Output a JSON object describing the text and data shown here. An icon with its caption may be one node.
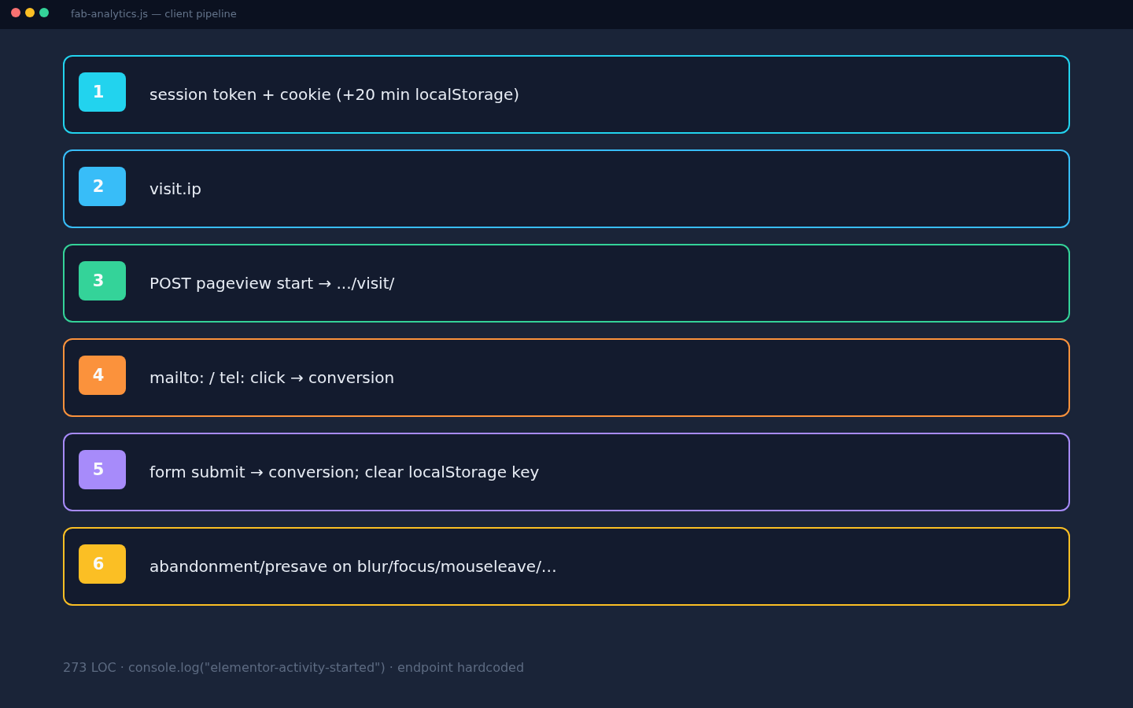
{
  "diagram": {
    "title": "fab-analytics.js — client pipeline",
    "nodes": [
      {
        "text": [
          "session token + cookie (+20 min localStorage)"
        ]
      },
      {
        "text": [
          "1"
        ],
        "in": 0
      },
      {
        "text": [
          "visit.ip"
        ]
      },
      {
        "text": [
          "2"
        ],
        "in": 2
      },
      {
        "text": [
          "POST pageview start → .../visit/"
        ]
      },
      {
        "text": [
          "3"
        ],
        "in": 4
      },
      {
        "text": [
          "mailto: / tel: click → conversion"
        ]
      },
      {
        "text": [
          "4"
        ],
        "in": 6
      },
      {
        "text": [
          "form submit → conversion; clear localStorage key"
        ]
      },
      {
        "text": [
          "5"
        ],
        "in": 8
      },
      {
        "text": [
          "abandonment/presave on blur/focus/mouseleave/…"
        ]
      },
      {
        "text": [
          "6"
        ],
        "in": 10
      }
    ],
    "caption": "273 LOC · console.log(\"elementor-activity-started\") · endpoint hardcoded"
  }
}
